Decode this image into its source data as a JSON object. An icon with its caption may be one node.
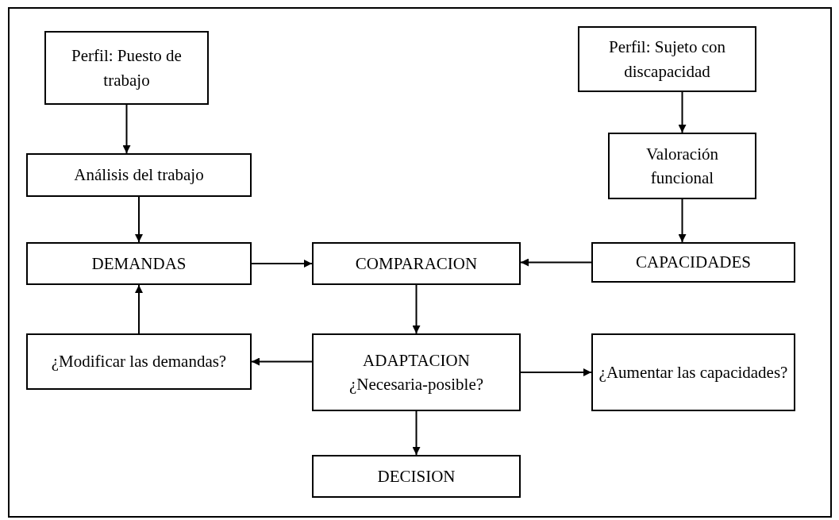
{
  "diagram": {
    "nodes": [
      {
        "text": [
          "Perfil: Puesto de trabajo"
        ]
      },
      {
        "text": [
          "Perfil: Sujeto con discapacidad"
        ]
      },
      {
        "text": [
          "Análisis del trabajo"
        ]
      },
      {
        "text": [
          "Valoración funcional"
        ]
      },
      {
        "text": [
          "DEMANDAS"
        ]
      },
      {
        "text": [
          "COMPARACION"
        ]
      },
      {
        "text": [
          "CAPACIDADES"
        ]
      },
      {
        "text": [
          "¿Modificar las demandas?"
        ]
      },
      {
        "text": [
          "ADAPTACION",
          "¿Necesaria-posible?"
        ]
      },
      {
        "text": [
          "¿Aumentar las capacidades?"
        ]
      },
      {
        "text": [
          "DECISION"
        ]
      }
    ],
    "edges": [
      {
        "from": 0,
        "to": 2,
        "arrow": "to"
      },
      {
        "from": 2,
        "to": 4,
        "arrow": "to"
      },
      {
        "from": 1,
        "to": 3,
        "arrow": "to"
      },
      {
        "from": 3,
        "to": 6,
        "arrow": "to"
      },
      {
        "from": 4,
        "to": 5,
        "arrow": "to"
      },
      {
        "from": 6,
        "to": 5,
        "arrow": "to"
      },
      {
        "from": 5,
        "to": 8,
        "arrow": "to"
      },
      {
        "from": 7,
        "to": 4,
        "arrow": "to"
      },
      {
        "from": 8,
        "to": 7,
        "arrow": "to"
      },
      {
        "from": 8,
        "to": 9,
        "arrow": "to"
      },
      {
        "from": 8,
        "to": 10,
        "arrow": "to"
      }
    ]
  }
}
